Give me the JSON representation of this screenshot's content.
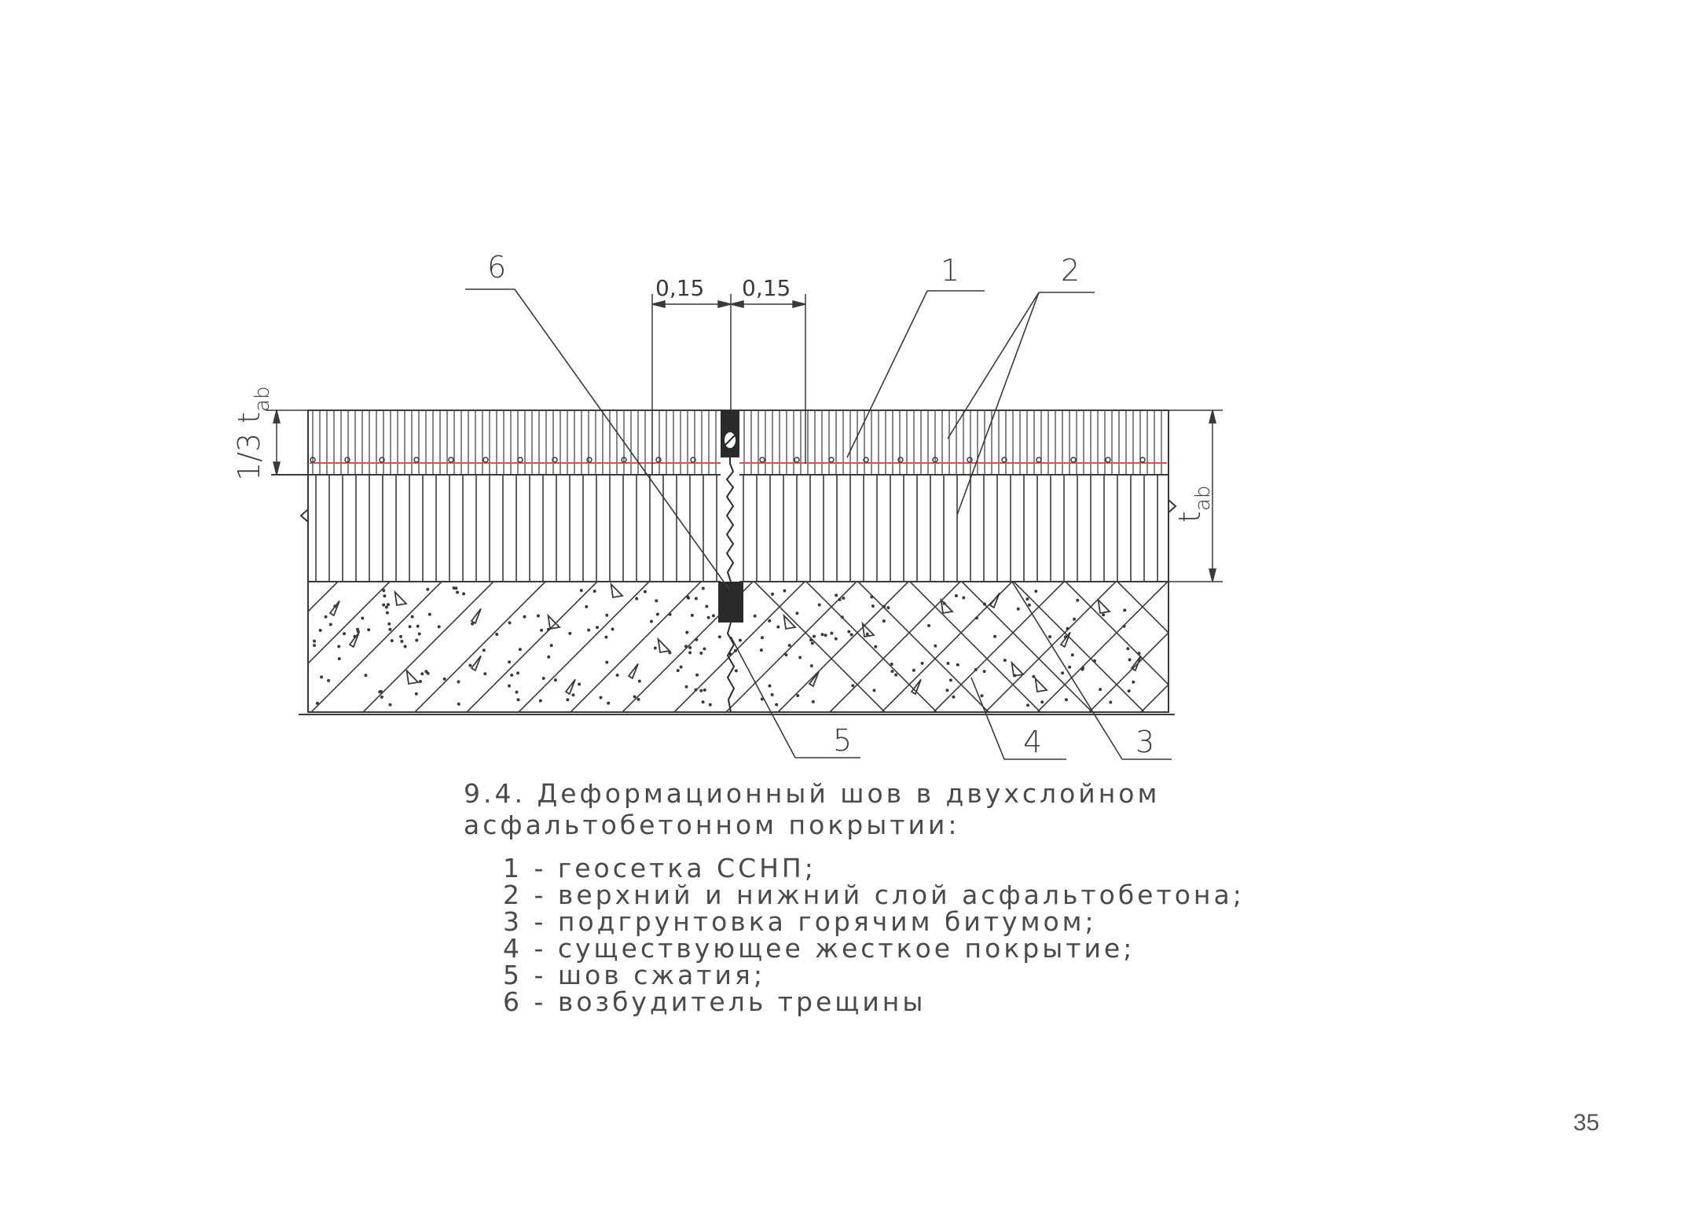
{
  "diagram": {
    "callouts": {
      "c1": "1",
      "c2": "2",
      "c3": "3",
      "c4": "4",
      "c5": "5",
      "c6": "6"
    },
    "dimensions": {
      "left_gap": "0,15",
      "right_gap": "0,15",
      "left_thickness_main": "1/3 t",
      "left_thickness_sub": "ab",
      "right_thickness_main": "t",
      "right_thickness_sub": "ab"
    },
    "colors": {
      "line": "#3a3a3a",
      "geogrid": "#d9534f",
      "seal": "#2a2a2a"
    }
  },
  "caption": {
    "line1": "9.4. Деформационный шов в двухслойном",
    "line2": "асфальтобетонном покрытии:"
  },
  "legend": [
    "1 - геосетка ССНП;",
    "2 - верхний и нижний слой асфальтобетона;",
    "3 - подгрунтовка горячим битумом;",
    "4 - существующее жесткое покрытие;",
    "5 - шов сжатия;",
    "6 - возбудитель трещины"
  ],
  "page_number": "35"
}
